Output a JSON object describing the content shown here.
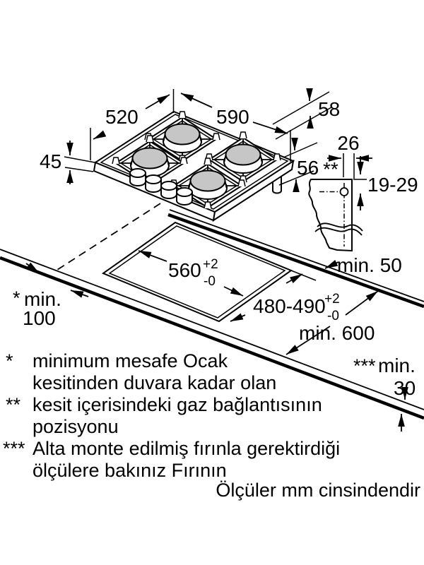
{
  "labels": {
    "hob_width": "590",
    "hob_depth": "520",
    "hob_height": "45",
    "dim_58": "58",
    "dim_56": "56",
    "dim_26": "26",
    "gas_marker": "**",
    "dim_19_29": "19-29",
    "min_50": "min. 50",
    "cutout_width": "560",
    "tol_plus": "+2",
    "tol_minus": "-0",
    "cutout_depth": "480-490",
    "min_100_star": "*",
    "min_100_label": "min.",
    "min_100_value": "100",
    "min_600": "min. 600",
    "min_30_marker": "***",
    "min_30_label": "min.",
    "min_30_value": "30"
  },
  "footnotes": {
    "star1_marker": "*",
    "star1_line1": "minimum mesafe Ocak",
    "star1_line2": "kesitinden duvara kadar olan",
    "star2_marker": "**",
    "star2_line1": "kesit içerisindeki gaz bağlantısının",
    "star2_line2": "pozisyonu",
    "star3_marker": "***",
    "star3_line1": "Alta monte edilmiş fırınla gerektirdiği",
    "star3_line2": "ölçülere bakınız Fırının",
    "units_note": "Ölçüler mm cinsindendir"
  },
  "colors": {
    "line": "#000000",
    "burner_cap": "#c6c6c6",
    "background": "#ffffff"
  }
}
